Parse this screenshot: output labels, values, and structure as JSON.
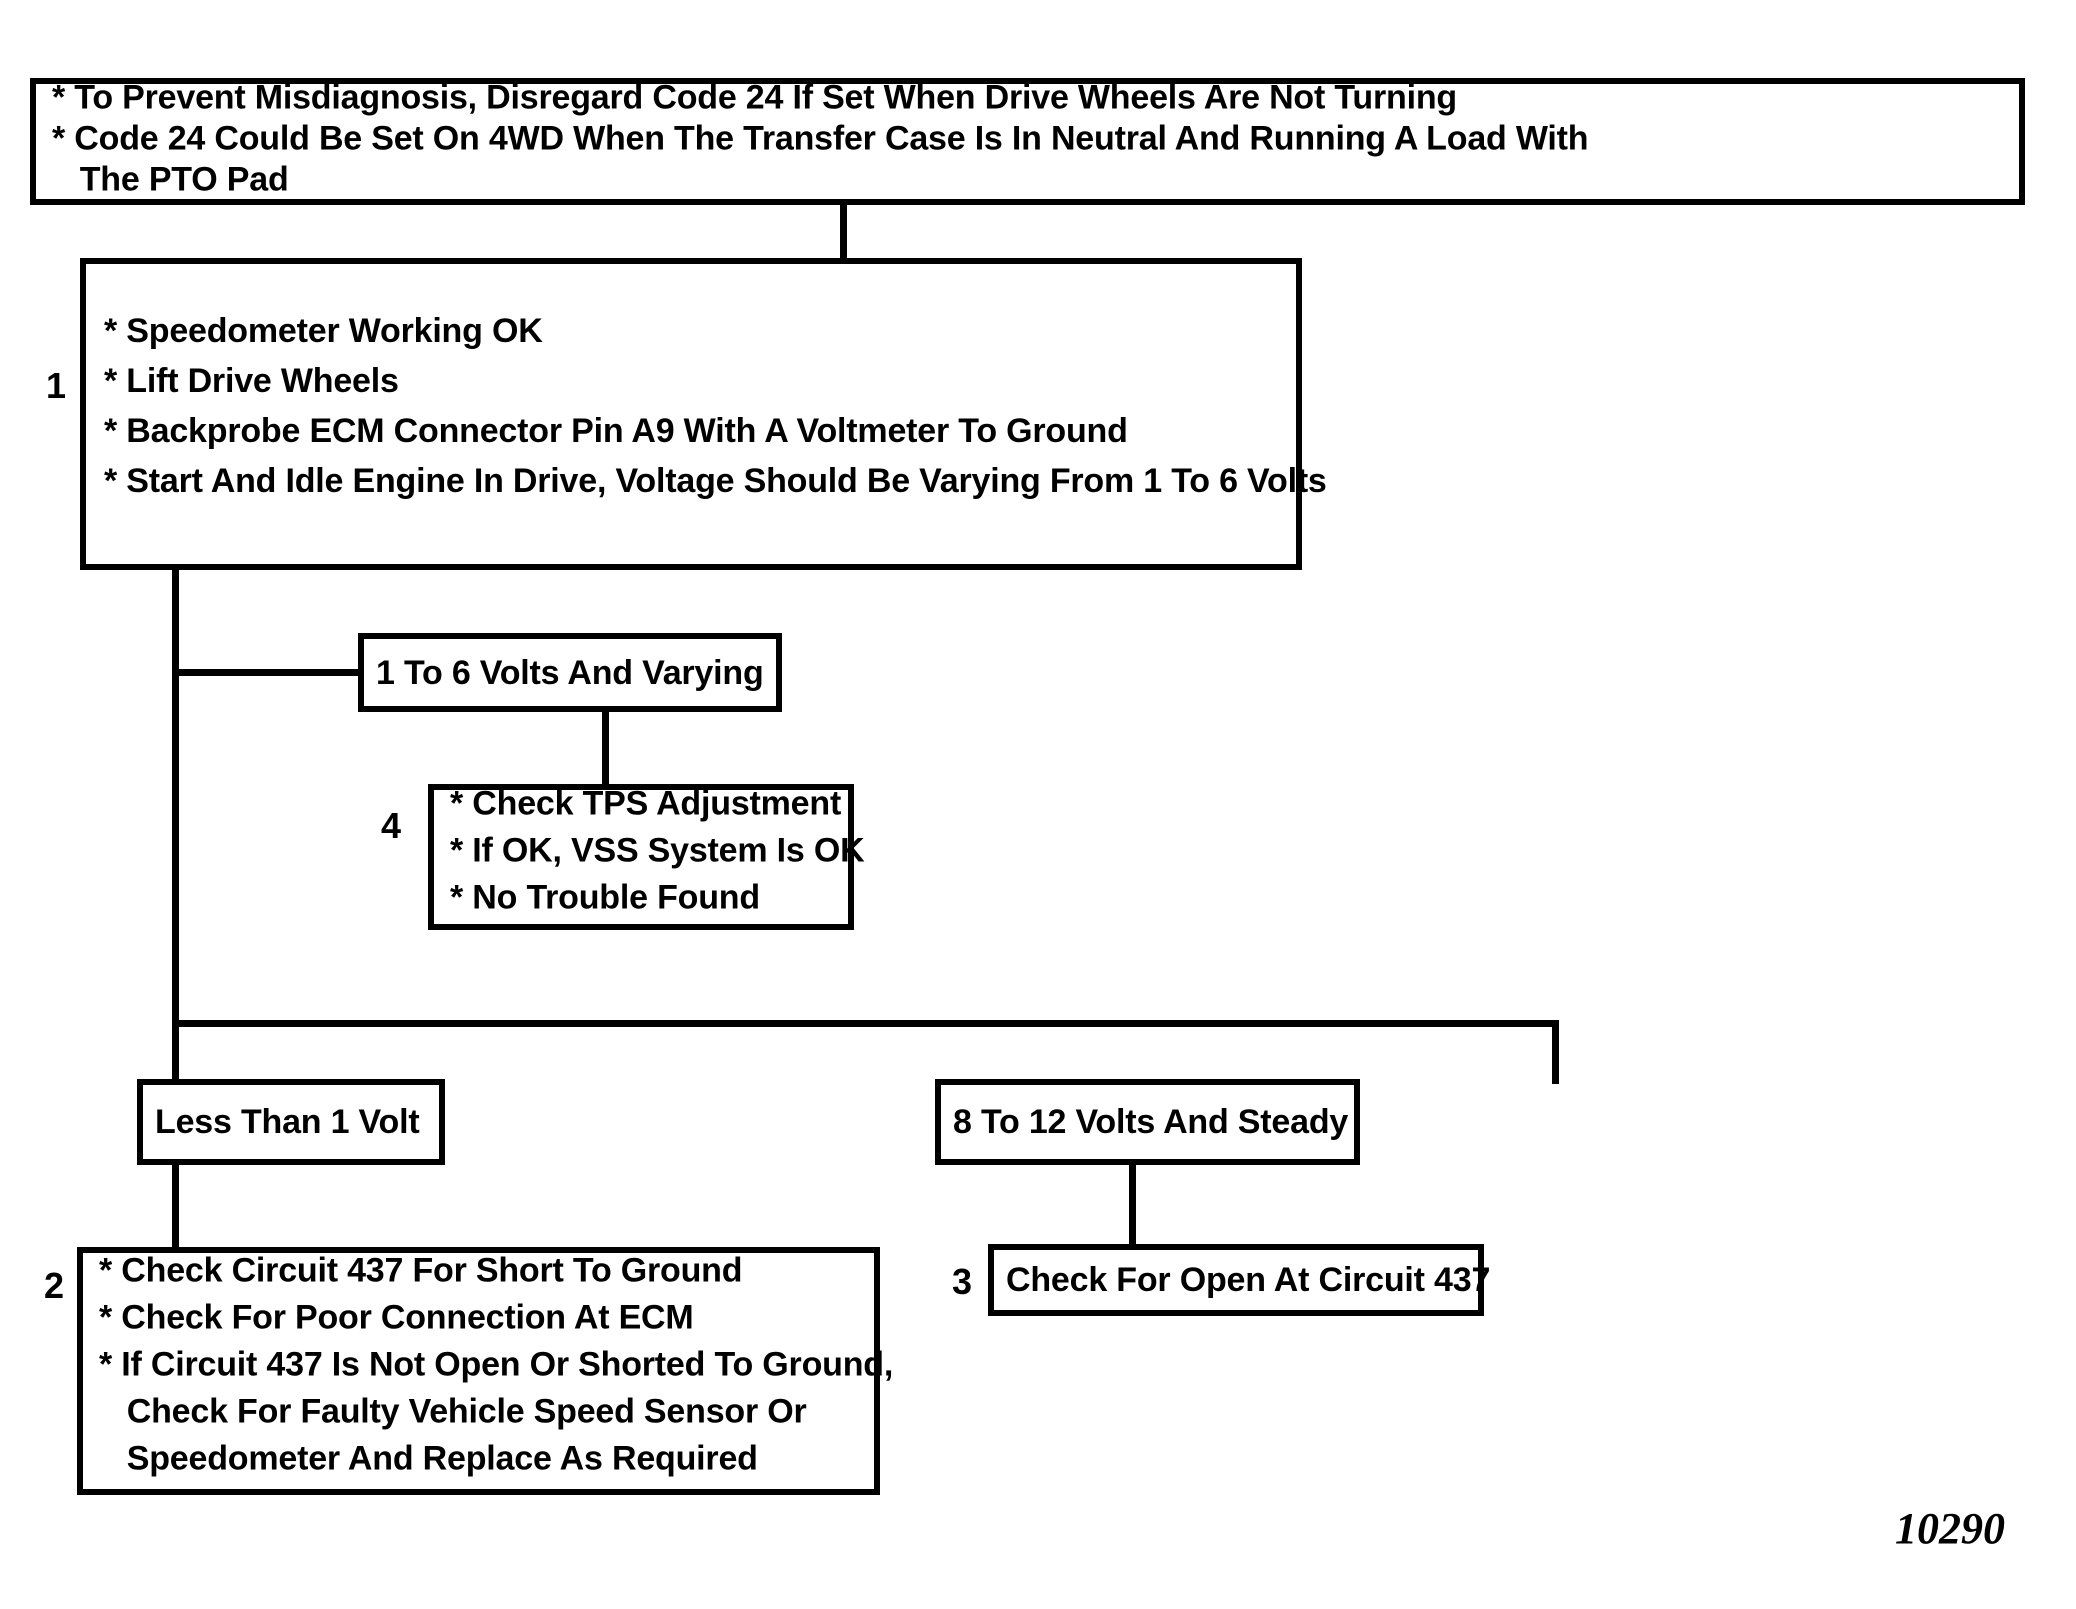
{
  "figure_number": "10290",
  "warning_box": {
    "lines": [
      "* To Prevent Misdiagnosis, Disregard Code 24 If Set When Drive Wheels Are Not Turning",
      "* Code 24 Could Be Set On 4WD When The Transfer Case Is In Neutral And Running A Load With",
      "   The PTO Pad"
    ]
  },
  "step1": {
    "index": "1",
    "lines": [
      "* Speedometer Working OK",
      "* Lift Drive Wheels",
      "* Backprobe ECM Connector Pin A9 With A Voltmeter To Ground",
      "* Start And Idle Engine In Drive, Voltage Should Be Varying From 1 To 6 Volts"
    ]
  },
  "branch_varying": {
    "label": "1 To 6 Volts And Varying"
  },
  "step4": {
    "index": "4",
    "lines": [
      "* Check TPS Adjustment",
      "* If OK, VSS System Is OK",
      "* No Trouble Found"
    ]
  },
  "branch_less_than_1v": {
    "label": "Less Than 1 Volt"
  },
  "branch_8to12v": {
    "label": "8 To 12 Volts And Steady"
  },
  "step2": {
    "index": "2",
    "lines": [
      "* Check Circuit 437 For Short To Ground",
      "* Check For Poor Connection At ECM",
      "* If Circuit 437 Is Not Open Or Shorted To Ground,",
      "   Check For Faulty Vehicle Speed Sensor Or",
      "   Speedometer And Replace As Required"
    ]
  },
  "step3": {
    "index": "3",
    "lines": [
      "Check For Open At Circuit 437"
    ]
  },
  "colors": {
    "stroke": "#000000",
    "background": "#ffffff"
  }
}
